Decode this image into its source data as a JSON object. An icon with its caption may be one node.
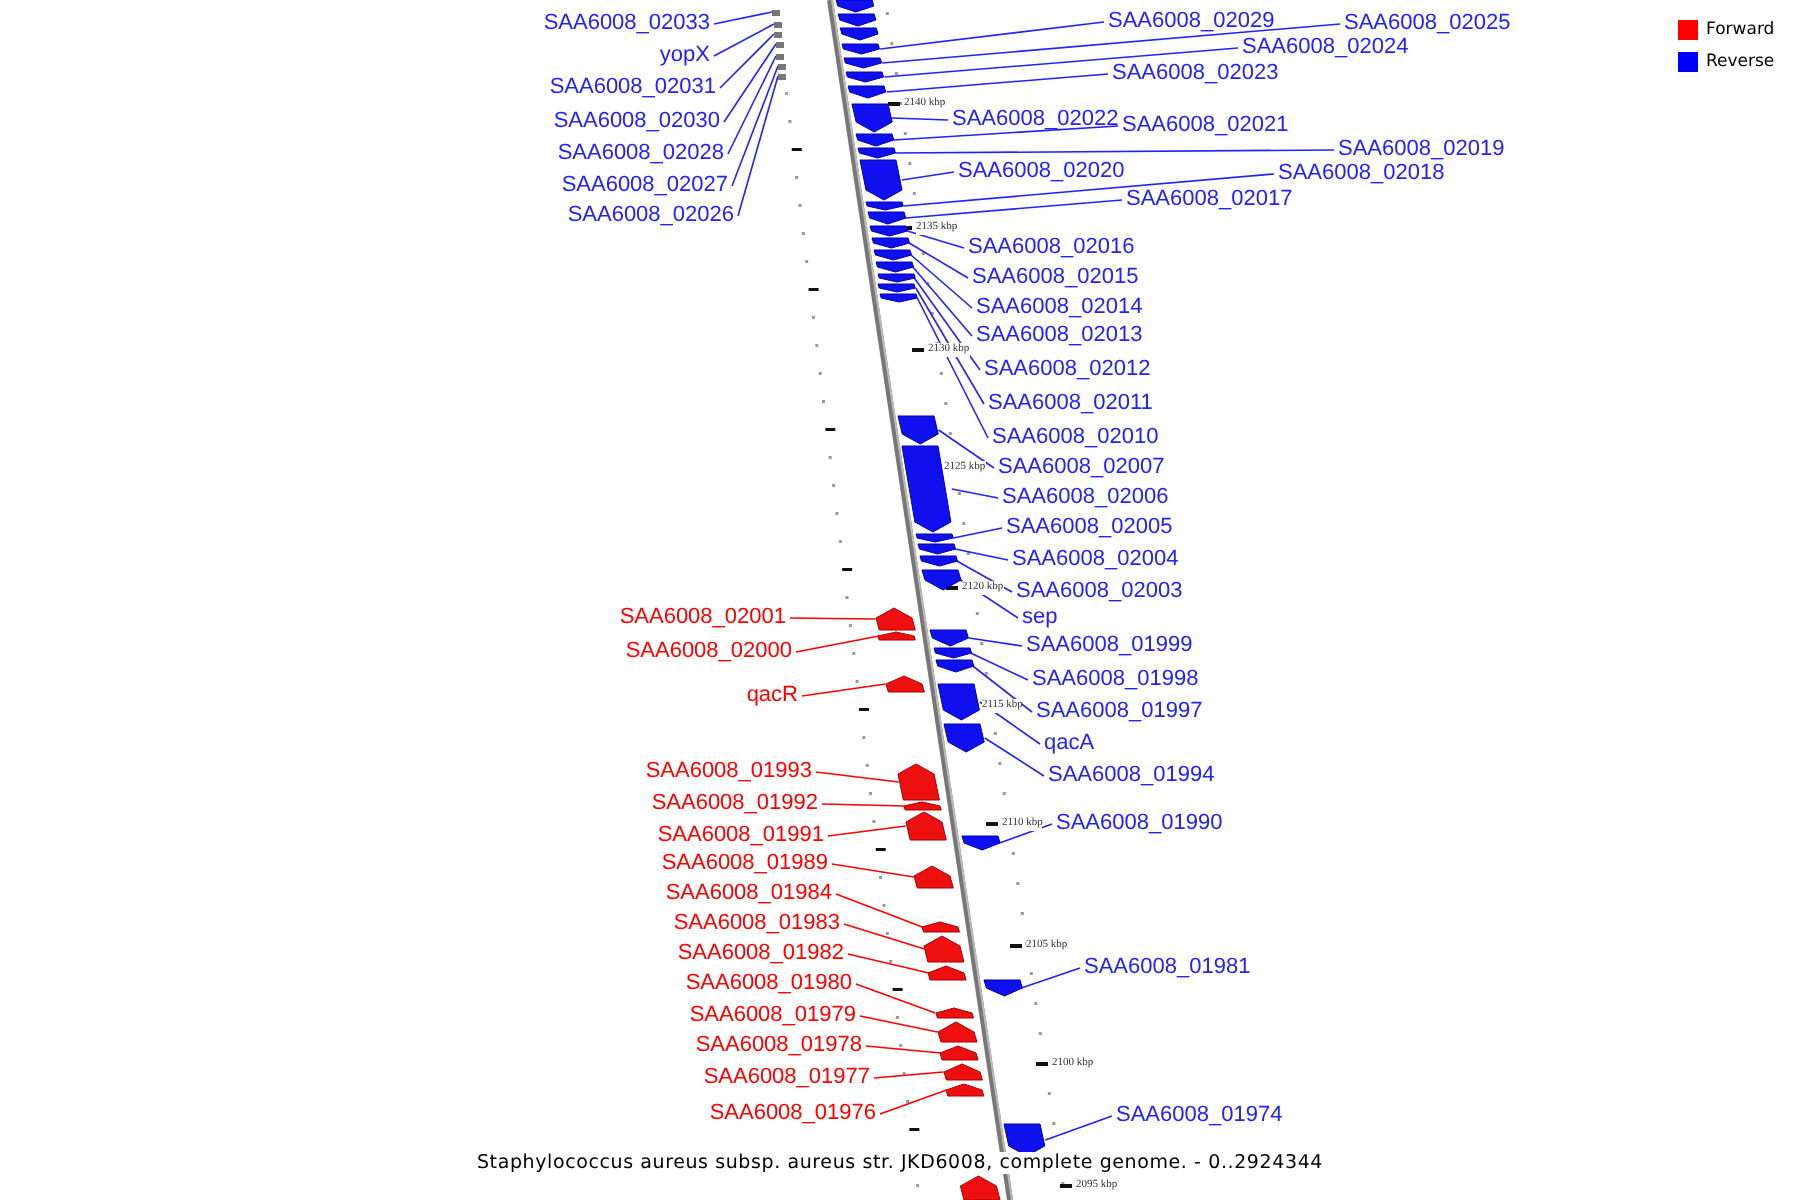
{
  "diagram": {
    "caption": "Staphylococcus aureus subsp. aureus str. JKD6008, complete genome. - 0..2924344",
    "nodes": [
      {
        "text": [
          "SAA6008_02033"
        ]
      },
      {
        "text": [
          "yopX"
        ]
      },
      {
        "text": [
          "SAA6008_02031"
        ]
      },
      {
        "text": [
          "SAA6008_02030"
        ]
      },
      {
        "text": [
          "SAA6008_02028"
        ]
      },
      {
        "text": [
          "SAA6008_02027"
        ]
      },
      {
        "text": [
          "SAA6008_02026"
        ]
      },
      {
        "text": [
          "SAA6008_02029"
        ]
      },
      {
        "text": [
          "SAA6008_02025"
        ]
      },
      {
        "text": [
          "SAA6008_02024"
        ]
      },
      {
        "text": [
          "SAA6008_02023"
        ]
      },
      {
        "text": [
          "SAA6008_02022"
        ]
      },
      {
        "text": [
          "SAA6008_02021"
        ]
      },
      {
        "text": [
          "SAA6008_02019"
        ]
      },
      {
        "text": [
          "SAA6008_02020"
        ]
      },
      {
        "text": [
          "SAA6008_02018"
        ]
      },
      {
        "text": [
          "SAA6008_02017"
        ]
      },
      {
        "text": [
          "SAA6008_02016"
        ]
      },
      {
        "text": [
          "SAA6008_02015"
        ]
      },
      {
        "text": [
          "SAA6008_02014"
        ]
      },
      {
        "text": [
          "SAA6008_02013"
        ]
      },
      {
        "text": [
          "SAA6008_02012"
        ]
      },
      {
        "text": [
          "SAA6008_02011"
        ]
      },
      {
        "text": [
          "SAA6008_02010"
        ]
      },
      {
        "text": [
          "SAA6008_02007"
        ]
      },
      {
        "text": [
          "SAA6008_02006"
        ]
      },
      {
        "text": [
          "SAA6008_02005"
        ]
      },
      {
        "text": [
          "SAA6008_02004"
        ]
      },
      {
        "text": [
          "SAA6008_02003"
        ]
      },
      {
        "text": [
          "sep"
        ]
      },
      {
        "text": [
          "SAA6008_02001"
        ]
      },
      {
        "text": [
          "SAA6008_02000"
        ]
      },
      {
        "text": [
          "SAA6008_01999"
        ]
      },
      {
        "text": [
          "SAA6008_01998"
        ]
      },
      {
        "text": [
          "qacR"
        ]
      },
      {
        "text": [
          "SAA6008_01997"
        ]
      },
      {
        "text": [
          "qacA"
        ]
      },
      {
        "text": [
          "SAA6008_01994"
        ]
      },
      {
        "text": [
          "SAA6008_01993"
        ]
      },
      {
        "text": [
          "SAA6008_01992"
        ]
      },
      {
        "text": [
          "SAA6008_01990"
        ]
      },
      {
        "text": [
          "SAA6008_01991"
        ]
      },
      {
        "text": [
          "SAA6008_01989"
        ]
      },
      {
        "text": [
          "SAA6008_01984"
        ]
      },
      {
        "text": [
          "SAA6008_01983"
        ]
      },
      {
        "text": [
          "SAA6008_01982"
        ]
      },
      {
        "text": [
          "SAA6008_01981"
        ]
      },
      {
        "text": [
          "SAA6008_01980"
        ]
      },
      {
        "text": [
          "SAA6008_01979"
        ]
      },
      {
        "text": [
          "SAA6008_01978"
        ]
      },
      {
        "text": [
          "SAA6008_01977"
        ]
      },
      {
        "text": [
          "SAA6008_01976"
        ]
      },
      {
        "text": [
          "SAA6008_01974"
        ]
      },
      {
        "text": [],
        "shape": "bar"
      },
      {
        "text": [],
        "shape": "bar"
      },
      {
        "text": [],
        "shape": "bar"
      },
      {
        "text": [],
        "shape": "bar"
      },
      {
        "text": [],
        "shape": "bar"
      },
      {
        "text": [],
        "shape": "bar"
      },
      {
        "text": [],
        "shape": "bar"
      },
      {
        "text": [],
        "shape": "bar"
      },
      {
        "text": [],
        "shape": "bar"
      },
      {
        "text": [],
        "shape": "bar"
      },
      {
        "text": [],
        "shape": "bar"
      },
      {
        "text": [],
        "shape": "bar"
      },
      {
        "text": [],
        "shape": "bar"
      },
      {
        "text": [],
        "shape": "bar"
      },
      {
        "text": [],
        "shape": "bar"
      },
      {
        "text": [],
        "shape": "bar"
      },
      {
        "text": [],
        "shape": "bar"
      },
      {
        "text": [],
        "shape": "bar"
      },
      {
        "text": [],
        "shape": "bar"
      },
      {
        "text": [],
        "shape": "bar"
      },
      {
        "text": [],
        "shape": "bar"
      },
      {
        "text": [],
        "shape": "bar"
      },
      {
        "text": [],
        "shape": "bar"
      },
      {
        "text": [],
        "shape": "bar"
      },
      {
        "text": [],
        "shape": "bar"
      },
      {
        "text": [],
        "shape": "bar"
      },
      {
        "text": [],
        "shape": "bar"
      },
      {
        "text": [],
        "shape": "bar"
      },
      {
        "text": [],
        "shape": "bar"
      },
      {
        "text": [],
        "shape": "bar"
      },
      {
        "text": [],
        "shape": "bar"
      },
      {
        "text": [],
        "shape": "bar"
      },
      {
        "text": [],
        "shape": "bar"
      },
      {
        "text": [],
        "shape": "bar"
      },
      {
        "text": [],
        "shape": "bar"
      },
      {
        "text": [],
        "shape": "bar"
      },
      {
        "text": [],
        "shape": "bar"
      },
      {
        "text": [],
        "shape": "bar"
      },
      {
        "text": [],
        "shape": "bar"
      },
      {
        "text": [],
        "shape": "bar"
      },
      {
        "text": [],
        "shape": "bar"
      },
      {
        "text": [],
        "shape": "bar"
      },
      {
        "text": [],
        "shape": "bar"
      },
      {
        "text": [],
        "shape": "bar"
      },
      {
        "text": [],
        "shape": "bar"
      },
      {
        "text": [],
        "shape": "bar"
      },
      {
        "text": [],
        "shape": "bar"
      },
      {
        "text": [],
        "shape": "bar"
      },
      {
        "text": [],
        "shape": "bar"
      },
      {
        "text": [],
        "shape": "bar"
      },
      {
        "text": [],
        "shape": "bar"
      },
      {
        "text": [],
        "shape": "bar"
      },
      {
        "text": [],
        "shape": "bar"
      }
    ],
    "edges": [
      {
        "from": 0,
        "to": 53,
        "arrow": "none"
      },
      {
        "from": 1,
        "to": 54,
        "arrow": "none"
      },
      {
        "from": 2,
        "to": 55,
        "arrow": "none"
      },
      {
        "from": 3,
        "to": 56,
        "arrow": "none"
      },
      {
        "from": 4,
        "to": 57,
        "arrow": "none"
      },
      {
        "from": 5,
        "to": 58,
        "arrow": "none"
      },
      {
        "from": 6,
        "to": 59,
        "arrow": "none"
      },
      {
        "from": 7,
        "to": 60,
        "arrow": "none"
      },
      {
        "from": 8,
        "to": 61,
        "arrow": "none"
      },
      {
        "from": 9,
        "to": 62,
        "arrow": "none"
      },
      {
        "from": 10,
        "to": 63,
        "arrow": "none"
      },
      {
        "from": 11,
        "to": 64,
        "arrow": "none"
      },
      {
        "from": 12,
        "to": 65,
        "arrow": "none"
      },
      {
        "from": 13,
        "to": 66,
        "arrow": "none"
      },
      {
        "from": 14,
        "to": 67,
        "arrow": "none"
      },
      {
        "from": 15,
        "to": 68,
        "arrow": "none"
      },
      {
        "from": 16,
        "to": 69,
        "arrow": "none"
      },
      {
        "from": 17,
        "to": 70,
        "arrow": "none"
      },
      {
        "from": 18,
        "to": 71,
        "arrow": "none"
      },
      {
        "from": 19,
        "to": 72,
        "arrow": "none"
      },
      {
        "from": 20,
        "to": 73,
        "arrow": "none"
      },
      {
        "from": 21,
        "to": 74,
        "arrow": "none"
      },
      {
        "from": 22,
        "to": 75,
        "arrow": "none"
      },
      {
        "from": 23,
        "to": 76,
        "arrow": "none"
      },
      {
        "from": 24,
        "to": 77,
        "arrow": "none"
      },
      {
        "from": 25,
        "to": 78,
        "arrow": "none"
      },
      {
        "from": 26,
        "to": 79,
        "arrow": "none"
      },
      {
        "from": 27,
        "to": 80,
        "arrow": "none"
      },
      {
        "from": 28,
        "to": 81,
        "arrow": "none"
      },
      {
        "from": 29,
        "to": 82,
        "arrow": "none"
      },
      {
        "from": 30,
        "to": 83,
        "arrow": "none",
        "color": "#ff0000"
      },
      {
        "from": 31,
        "to": 84,
        "arrow": "none",
        "color": "#ff0000"
      },
      {
        "from": 32,
        "to": 85,
        "arrow": "none"
      },
      {
        "from": 33,
        "to": 86,
        "arrow": "none"
      },
      {
        "from": 34,
        "to": 87,
        "arrow": "none",
        "color": "#ff0000"
      },
      {
        "from": 35,
        "to": 88,
        "arrow": "none"
      },
      {
        "from": 36,
        "to": 89,
        "arrow": "none"
      },
      {
        "from": 37,
        "to": 90,
        "arrow": "none"
      },
      {
        "from": 38,
        "to": 91,
        "arrow": "none",
        "color": "#ff0000"
      },
      {
        "from": 39,
        "to": 92,
        "arrow": "none",
        "color": "#ff0000"
      },
      {
        "from": 40,
        "to": 93,
        "arrow": "none"
      },
      {
        "from": 41,
        "to": 94,
        "arrow": "none",
        "color": "#ff0000"
      },
      {
        "from": 42,
        "to": 95,
        "arrow": "none",
        "color": "#ff0000"
      },
      {
        "from": 43,
        "to": 96,
        "arrow": "none",
        "color": "#ff0000"
      },
      {
        "from": 44,
        "to": 97,
        "arrow": "none",
        "color": "#ff0000"
      },
      {
        "from": 45,
        "to": 98,
        "arrow": "none",
        "color": "#ff0000"
      },
      {
        "from": 46,
        "to": 99,
        "arrow": "none"
      },
      {
        "from": 47,
        "to": 100,
        "arrow": "none",
        "color": "#ff0000"
      },
      {
        "from": 48,
        "to": 101,
        "arrow": "none",
        "color": "#ff0000"
      },
      {
        "from": 49,
        "to": 102,
        "arrow": "none",
        "color": "#ff0000"
      },
      {
        "from": 50,
        "to": 103,
        "arrow": "none",
        "color": "#ff0000"
      },
      {
        "from": 51,
        "to": 104,
        "arrow": "none",
        "color": "#ff0000"
      },
      {
        "from": 52,
        "to": 105,
        "arrow": "none"
      }
    ],
    "labels": [
      "2140 kbp",
      "2135 kbp",
      "2130 kbp",
      "2125 kbp",
      "2120 kbp",
      "2115 kbp",
      "2110 kbp",
      "2105 kbp",
      "2100 kbp",
      "2095 kbp"
    ],
    "legend": [
      {
        "text": "Forward",
        "color": "#ff0000"
      },
      {
        "text": "Reverse",
        "color": "#0000ff"
      }
    ]
  }
}
